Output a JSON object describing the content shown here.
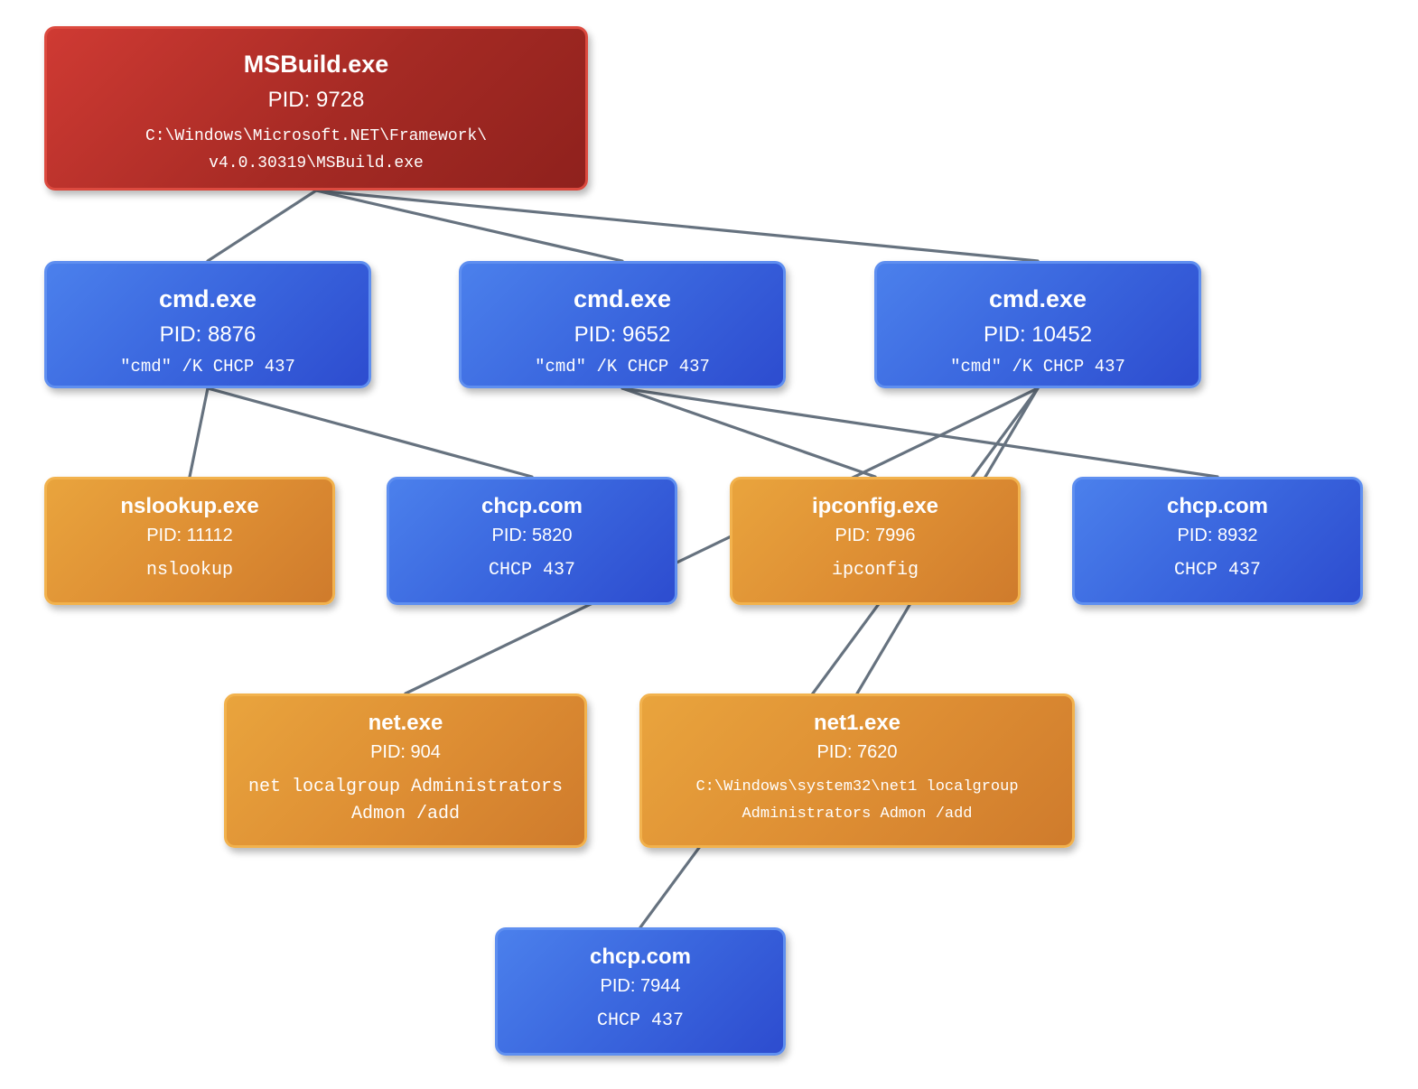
{
  "nodes": {
    "msbuild": {
      "name": "MSBuild.exe",
      "pid": "PID: 9728",
      "cmd": "C:\\Windows\\Microsoft.NET\\Framework\\\nv4.0.30319\\MSBuild.exe"
    },
    "cmd_8876": {
      "name": "cmd.exe",
      "pid": "PID: 8876",
      "cmd": "\"cmd\" /K CHCP 437"
    },
    "cmd_9652": {
      "name": "cmd.exe",
      "pid": "PID: 9652",
      "cmd": "\"cmd\" /K CHCP 437"
    },
    "cmd_10452": {
      "name": "cmd.exe",
      "pid": "PID: 10452",
      "cmd": "\"cmd\" /K CHCP 437"
    },
    "nslookup_11112": {
      "name": "nslookup.exe",
      "pid": "PID: 11112",
      "cmd": "nslookup"
    },
    "chcp_5820": {
      "name": "chcp.com",
      "pid": "PID: 5820",
      "cmd": "CHCP 437"
    },
    "ipconfig_7996": {
      "name": "ipconfig.exe",
      "pid": "PID: 7996",
      "cmd": "ipconfig"
    },
    "chcp_8932": {
      "name": "chcp.com",
      "pid": "PID: 8932",
      "cmd": "CHCP 437"
    },
    "net_904": {
      "name": "net.exe",
      "pid": "PID: 904",
      "cmd": "net localgroup Administrators\nAdmon /add"
    },
    "net1_7620": {
      "name": "net1.exe",
      "pid": "PID: 7620",
      "cmd": "C:\\Windows\\system32\\net1 localgroup\nAdministrators Admon /add"
    },
    "chcp_7944": {
      "name": "chcp.com",
      "pid": "PID: 7944",
      "cmd": "CHCP 437"
    }
  },
  "edges": [
    [
      "msbuild",
      "cmd_8876"
    ],
    [
      "msbuild",
      "cmd_9652"
    ],
    [
      "msbuild",
      "cmd_10452"
    ],
    [
      "cmd_8876",
      "nslookup_11112"
    ],
    [
      "cmd_8876",
      "chcp_5820"
    ],
    [
      "cmd_9652",
      "ipconfig_7996"
    ],
    [
      "cmd_9652",
      "chcp_8932"
    ],
    [
      "cmd_10452",
      "net_904"
    ],
    [
      "cmd_10452",
      "net1_7620"
    ],
    [
      "cmd_10452",
      "chcp_7944"
    ]
  ],
  "colors": {
    "edge": "#66727f",
    "root": "#b83028",
    "shell": "#3d6ae0",
    "recon": "#e0932f"
  }
}
